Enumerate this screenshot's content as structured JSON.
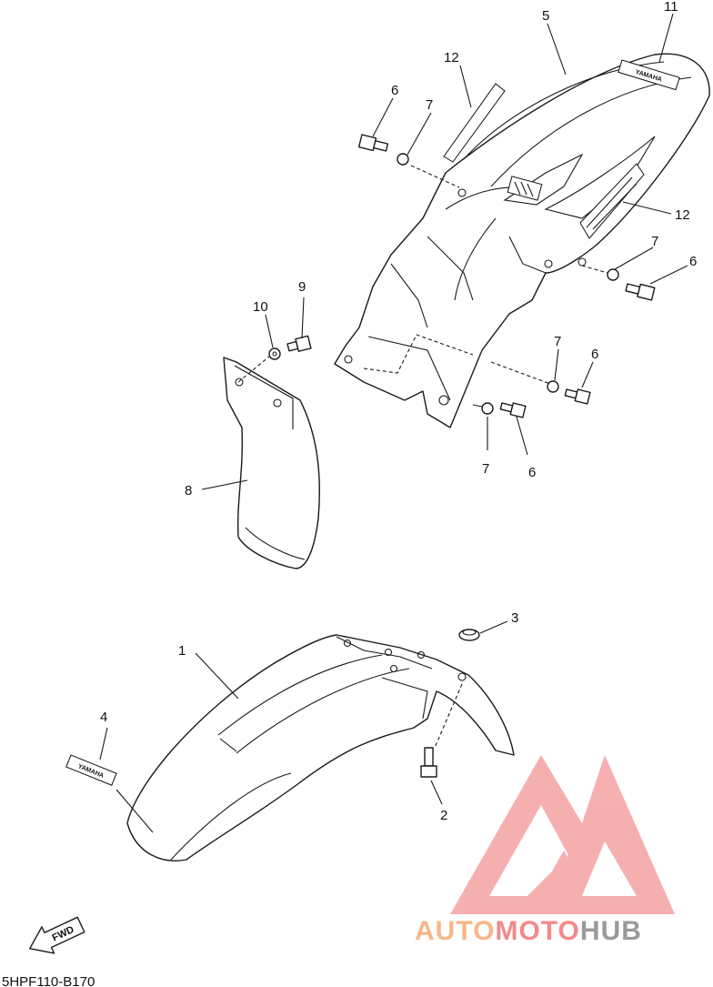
{
  "diagram_code": "5HPF110-B170",
  "fwd_label": "FWD",
  "decal_text": "YAMAHA",
  "watermark": {
    "parts": [
      "AUTO",
      "MOTO",
      "HUB"
    ],
    "colors": [
      "#f7b78a",
      "#f48a8a",
      "#9a9a9a"
    ],
    "logo_color": "#f4a3a3"
  },
  "callouts": {
    "c1": "1",
    "c2": "2",
    "c3": "3",
    "c4": "4",
    "c5": "5",
    "c6a": "6",
    "c6b": "6",
    "c6c": "6",
    "c6d": "6",
    "c7a": "7",
    "c7b": "7",
    "c7c": "7",
    "c7d": "7",
    "c8": "8",
    "c9": "9",
    "c10": "10",
    "c11": "11",
    "c12a": "12",
    "c12b": "12"
  }
}
